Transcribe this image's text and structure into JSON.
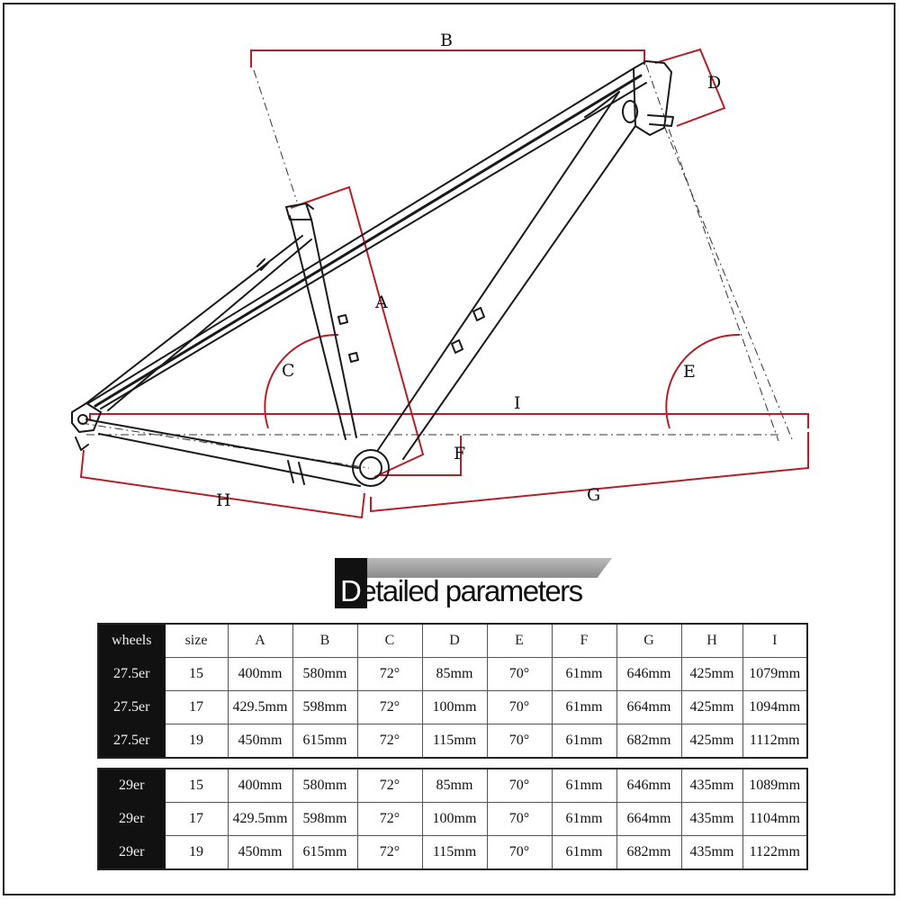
{
  "dimension_labels": {
    "a": "A",
    "b": "B",
    "c": "C",
    "d": "D",
    "e": "E",
    "f": "F",
    "g": "G",
    "h": "H",
    "i": "I"
  },
  "title": {
    "first_letter": "D",
    "rest": "etailed parameters"
  },
  "table": {
    "headers": [
      "wheels",
      "size",
      "A",
      "B",
      "C",
      "D",
      "E",
      "F",
      "G",
      "H",
      "I"
    ],
    "groups": [
      {
        "rows": [
          {
            "wheels": "27.5er",
            "size": "15",
            "A": "400mm",
            "B": "580mm",
            "C": "72°",
            "D": "85mm",
            "E": "70°",
            "F": "61mm",
            "G": "646mm",
            "H": "425mm",
            "I": "1079mm"
          },
          {
            "wheels": "27.5er",
            "size": "17",
            "A": "429.5mm",
            "B": "598mm",
            "C": "72°",
            "D": "100mm",
            "E": "70°",
            "F": "61mm",
            "G": "664mm",
            "H": "425mm",
            "I": "1094mm"
          },
          {
            "wheels": "27.5er",
            "size": "19",
            "A": "450mm",
            "B": "615mm",
            "C": "72°",
            "D": "115mm",
            "E": "70°",
            "F": "61mm",
            "G": "682mm",
            "H": "425mm",
            "I": "1112mm"
          }
        ]
      },
      {
        "rows": [
          {
            "wheels": "29er",
            "size": "15",
            "A": "400mm",
            "B": "580mm",
            "C": "72°",
            "D": "85mm",
            "E": "70°",
            "F": "61mm",
            "G": "646mm",
            "H": "435mm",
            "I": "1089mm"
          },
          {
            "wheels": "29er",
            "size": "17",
            "A": "429.5mm",
            "B": "598mm",
            "C": "72°",
            "D": "100mm",
            "E": "70°",
            "F": "61mm",
            "G": "664mm",
            "H": "435mm",
            "I": "1104mm"
          },
          {
            "wheels": "29er",
            "size": "19",
            "A": "450mm",
            "B": "615mm",
            "C": "72°",
            "D": "115mm",
            "E": "70°",
            "F": "61mm",
            "G": "682mm",
            "H": "435mm",
            "I": "1122mm"
          }
        ]
      }
    ]
  },
  "colors": {
    "dimension_line": "#b3202a",
    "frame_line": "#1a1a1a",
    "table_dark": "#111111"
  }
}
